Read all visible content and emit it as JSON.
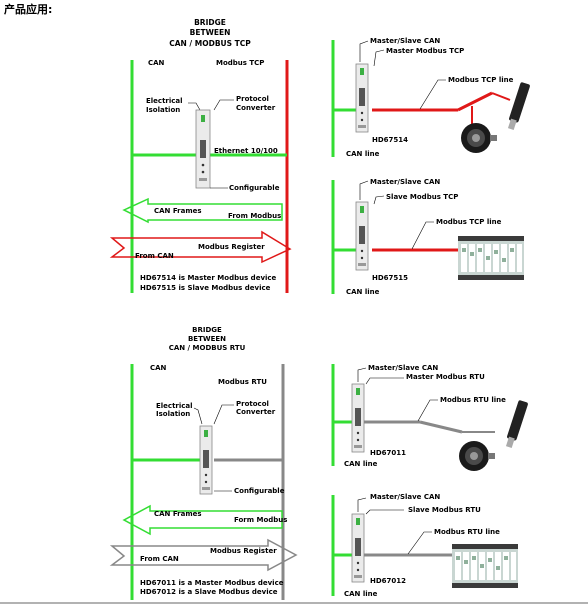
{
  "page": {
    "title": "产品应用:"
  },
  "top": {
    "title": [
      "BRIDGE",
      "BETWEEN",
      "CAN / MODBUS TCP"
    ],
    "can_label": "CAN",
    "bus_label": "Modbus TCP",
    "electrical_isolation": [
      "Electrical",
      "Isolation"
    ],
    "protocol_converter": [
      "Protocol",
      "Converter"
    ],
    "ethernet_label": "Ethernet 10/100",
    "configurable_label": "Configurable",
    "can_frames": "CAN Frames",
    "from_modbus": "From Modbus",
    "from_can": "From CAN",
    "modbus_register": "Modbus Register",
    "note_1": "HD67514 is Master Modbus device",
    "note_2": "HD67515 is Slave Modbus device",
    "app1": {
      "role": "Master/Slave CAN",
      "bus_role": "Master Modbus TCP",
      "line": "Modbus TCP line",
      "model": "HD67514",
      "can_line": "CAN line"
    },
    "app2": {
      "role": "Master/Slave CAN",
      "bus_role": "Slave Modbus TCP",
      "line": "Modbus TCP line",
      "model": "HD67515",
      "can_line": "CAN line"
    }
  },
  "bottom": {
    "title": [
      "BRIDGE",
      "BETWEEN",
      "CAN / MODBUS RTU"
    ],
    "can_label": "CAN",
    "bus_label": "Modbus RTU",
    "electrical_isolation": [
      "Electrical",
      "Isolation"
    ],
    "protocol_converter": [
      "Protocol",
      "Converter"
    ],
    "configurable_label": "Configurable",
    "can_frames": "CAN Frames",
    "from_modbus": "Form Modbus",
    "from_can": "From CAN",
    "modbus_register": "Modbus Register",
    "note_1": "HD67011 is a Master Modbus device",
    "note_2": "HD67012 is a Slave Modbus device",
    "app1": {
      "role": "Master/Slave CAN",
      "bus_role": "Master Modbus RTU",
      "line": "Modbus RTU line",
      "model": "HD67011",
      "can_line": "CAN line"
    },
    "app2": {
      "role": "Master/Slave CAN",
      "bus_role": "Slave Modbus RTU",
      "line": "Modbus RTU line",
      "model": "HD67012",
      "can_line": "CAN line"
    }
  },
  "colors": {
    "can": "#33dd33",
    "modbus_tcp": "#e01818",
    "modbus_rtu": "#888888"
  }
}
